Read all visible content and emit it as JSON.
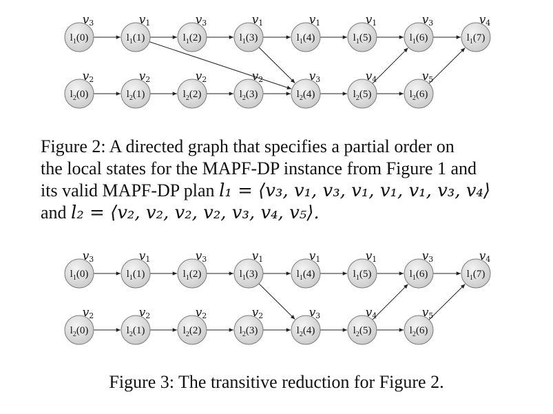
{
  "figures": [
    {
      "id": "fig2",
      "nodes": [
        {
          "id": "a0",
          "label": "l",
          "sub": "1",
          "idx": "(0)",
          "var": "v",
          "varsub": "3"
        },
        {
          "id": "a1",
          "label": "l",
          "sub": "1",
          "idx": "(1)",
          "var": "v",
          "varsub": "1"
        },
        {
          "id": "a2",
          "label": "l",
          "sub": "1",
          "idx": "(2)",
          "var": "v",
          "varsub": "3"
        },
        {
          "id": "a3",
          "label": "l",
          "sub": "1",
          "idx": "(3)",
          "var": "v",
          "varsub": "1"
        },
        {
          "id": "a4",
          "label": "l",
          "sub": "1",
          "idx": "(4)",
          "var": "v",
          "varsub": "1"
        },
        {
          "id": "a5",
          "label": "l",
          "sub": "1",
          "idx": "(5)",
          "var": "v",
          "varsub": "1"
        },
        {
          "id": "a6",
          "label": "l",
          "sub": "1",
          "idx": "(6)",
          "var": "v",
          "varsub": "3"
        },
        {
          "id": "a7",
          "label": "l",
          "sub": "1",
          "idx": "(7)",
          "var": "v",
          "varsub": "4"
        },
        {
          "id": "b0",
          "label": "l",
          "sub": "2",
          "idx": "(0)",
          "var": "v",
          "varsub": "2"
        },
        {
          "id": "b1",
          "label": "l",
          "sub": "2",
          "idx": "(1)",
          "var": "v",
          "varsub": "2"
        },
        {
          "id": "b2",
          "label": "l",
          "sub": "2",
          "idx": "(2)",
          "var": "v",
          "varsub": "2"
        },
        {
          "id": "b3",
          "label": "l",
          "sub": "2",
          "idx": "(3)",
          "var": "v",
          "varsub": "2"
        },
        {
          "id": "b4",
          "label": "l",
          "sub": "2",
          "idx": "(4)",
          "var": "v",
          "varsub": "3"
        },
        {
          "id": "b5",
          "label": "l",
          "sub": "2",
          "idx": "(5)",
          "var": "v",
          "varsub": "4"
        },
        {
          "id": "b6",
          "label": "l",
          "sub": "2",
          "idx": "(6)",
          "var": "v",
          "varsub": "5"
        }
      ],
      "edges": [
        [
          "a0",
          "a1"
        ],
        [
          "a1",
          "a2"
        ],
        [
          "a2",
          "a3"
        ],
        [
          "a3",
          "a4"
        ],
        [
          "a4",
          "a5"
        ],
        [
          "a5",
          "a6"
        ],
        [
          "a6",
          "a7"
        ],
        [
          "b0",
          "b1"
        ],
        [
          "b1",
          "b2"
        ],
        [
          "b2",
          "b3"
        ],
        [
          "b3",
          "b4"
        ],
        [
          "b4",
          "b5"
        ],
        [
          "b5",
          "b6"
        ],
        [
          "a1",
          "b4"
        ],
        [
          "a3",
          "b4"
        ],
        [
          "b5",
          "a6"
        ],
        [
          "b6",
          "a7"
        ]
      ]
    },
    {
      "id": "fig3",
      "nodes": [
        {
          "id": "a0",
          "label": "l",
          "sub": "1",
          "idx": "(0)",
          "var": "v",
          "varsub": "3"
        },
        {
          "id": "a1",
          "label": "l",
          "sub": "1",
          "idx": "(1)",
          "var": "v",
          "varsub": "1"
        },
        {
          "id": "a2",
          "label": "l",
          "sub": "1",
          "idx": "(2)",
          "var": "v",
          "varsub": "3"
        },
        {
          "id": "a3",
          "label": "l",
          "sub": "1",
          "idx": "(3)",
          "var": "v",
          "varsub": "1"
        },
        {
          "id": "a4",
          "label": "l",
          "sub": "1",
          "idx": "(4)",
          "var": "v",
          "varsub": "1"
        },
        {
          "id": "a5",
          "label": "l",
          "sub": "1",
          "idx": "(5)",
          "var": "v",
          "varsub": "1"
        },
        {
          "id": "a6",
          "label": "l",
          "sub": "1",
          "idx": "(6)",
          "var": "v",
          "varsub": "3"
        },
        {
          "id": "a7",
          "label": "l",
          "sub": "1",
          "idx": "(7)",
          "var": "v",
          "varsub": "4"
        },
        {
          "id": "b0",
          "label": "l",
          "sub": "2",
          "idx": "(0)",
          "var": "v",
          "varsub": "2"
        },
        {
          "id": "b1",
          "label": "l",
          "sub": "2",
          "idx": "(1)",
          "var": "v",
          "varsub": "2"
        },
        {
          "id": "b2",
          "label": "l",
          "sub": "2",
          "idx": "(2)",
          "var": "v",
          "varsub": "2"
        },
        {
          "id": "b3",
          "label": "l",
          "sub": "2",
          "idx": "(3)",
          "var": "v",
          "varsub": "2"
        },
        {
          "id": "b4",
          "label": "l",
          "sub": "2",
          "idx": "(4)",
          "var": "v",
          "varsub": "3"
        },
        {
          "id": "b5",
          "label": "l",
          "sub": "2",
          "idx": "(5)",
          "var": "v",
          "varsub": "4"
        },
        {
          "id": "b6",
          "label": "l",
          "sub": "2",
          "idx": "(6)",
          "var": "v",
          "varsub": "5"
        }
      ],
      "edges": [
        [
          "a0",
          "a1"
        ],
        [
          "a1",
          "a2"
        ],
        [
          "a2",
          "a3"
        ],
        [
          "a3",
          "a4"
        ],
        [
          "a4",
          "a5"
        ],
        [
          "a5",
          "a6"
        ],
        [
          "a6",
          "a7"
        ],
        [
          "b0",
          "b1"
        ],
        [
          "b1",
          "b2"
        ],
        [
          "b2",
          "b3"
        ],
        [
          "b3",
          "b4"
        ],
        [
          "b4",
          "b5"
        ],
        [
          "b5",
          "b6"
        ],
        [
          "a3",
          "b4"
        ],
        [
          "b5",
          "a6"
        ],
        [
          "b6",
          "a7"
        ]
      ]
    }
  ],
  "captions": {
    "fig2": {
      "line1": "Figure 2: A directed graph that specifies a partial order on",
      "line2": "the local states for the MAPF-DP instance from Figure 1 and",
      "line3_text": "its valid MAPF-DP plan ",
      "line3_math": "l₁ = ⟨v₃, v₁, v₃, v₁, v₁, v₁, v₃, v₄⟩",
      "line4_text": "and ",
      "line4_math": "l₂ = ⟨v₂, v₂, v₂, v₂, v₃, v₄, v₅⟩."
    },
    "fig3": "Figure 3: The transitive reduction for Figure 2."
  }
}
